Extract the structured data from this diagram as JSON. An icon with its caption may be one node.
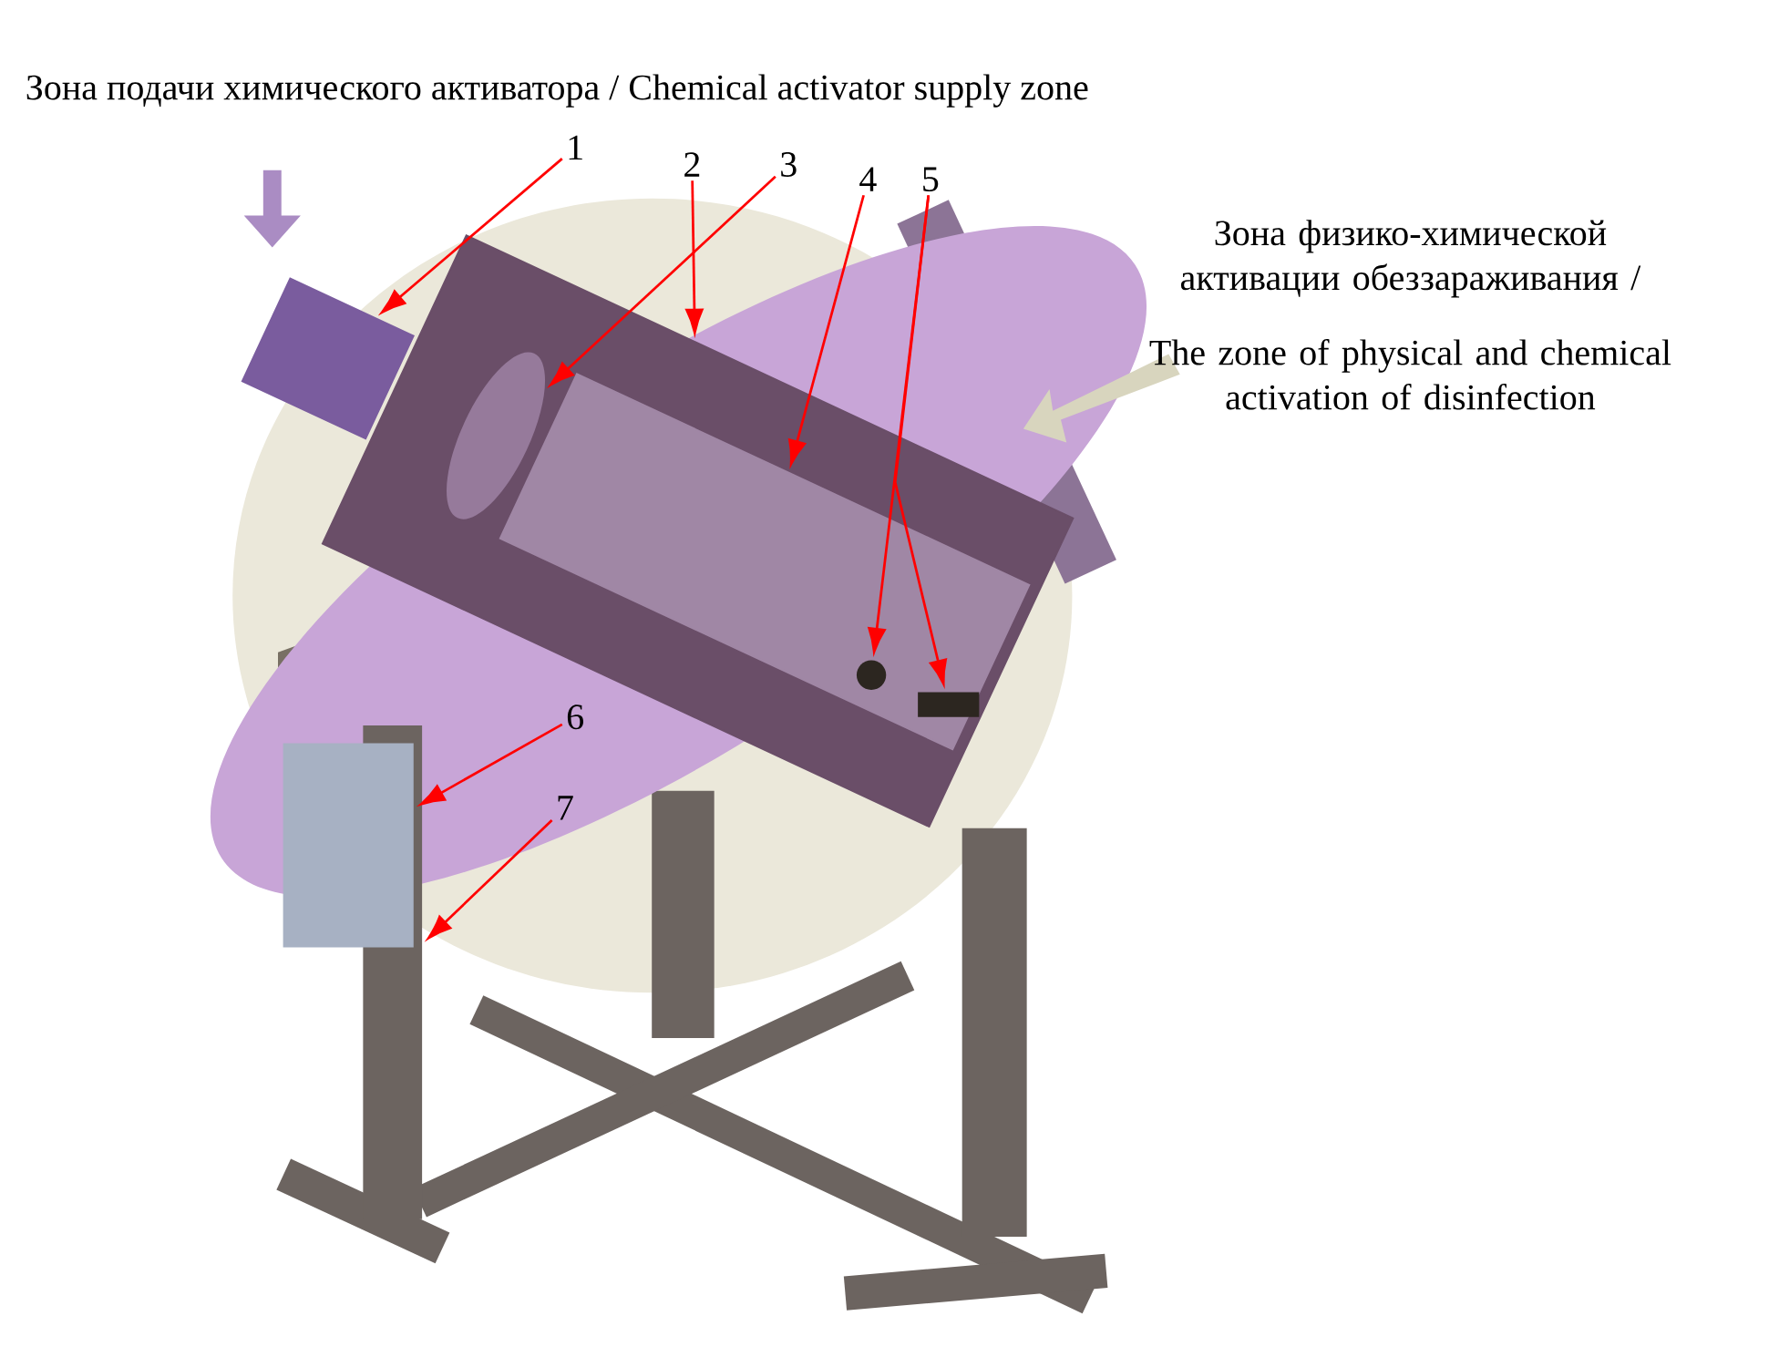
{
  "diagram": {
    "nodes": [
      {
        "text": [
          "1"
        ]
      },
      {
        "text": [
          "2"
        ]
      },
      {
        "text": [
          "3"
        ]
      },
      {
        "text": [
          "4"
        ]
      },
      {
        "text": [
          "5"
        ]
      },
      {
        "text": [
          "6"
        ]
      },
      {
        "text": [
          "7"
        ]
      },
      {
        "text": [],
        "shape": "circle",
        "in": 12
      },
      {
        "text": [],
        "shape": "box",
        "in": 12
      },
      {
        "text": [],
        "shape": "cylinder"
      },
      {
        "text": [],
        "shape": "cylinder"
      },
      {
        "text": [],
        "shape": "circle",
        "in": 10
      },
      {
        "text": [],
        "shape": "cylinder",
        "in": 10
      },
      {
        "text": [],
        "shape": "box"
      },
      {
        "text": [],
        "shape": "bar"
      },
      {
        "text": [],
        "shape": "bar"
      }
    ],
    "edges": [
      {
        "from": 0,
        "to": 9,
        "arrow": "to"
      },
      {
        "from": 1,
        "to": 10,
        "arrow": "to"
      },
      {
        "from": 2,
        "to": 11,
        "arrow": "to"
      },
      {
        "from": 3,
        "to": 12,
        "arrow": "to"
      },
      {
        "from": 4,
        "to": 7,
        "arrow": "to"
      },
      {
        "from": 4,
        "to": 8,
        "arrow": "to"
      },
      {
        "from": 5,
        "to": 13,
        "arrow": "to"
      },
      {
        "from": 6,
        "to": 14,
        "arrow": "to"
      }
    ],
    "labels": [
      "Зона подачи химического активатора / Chemical activator supply zone",
      "Зона физико-химической активации обеззараживания /",
      "The zone of physical and chemical activation of disinfection"
    ]
  }
}
